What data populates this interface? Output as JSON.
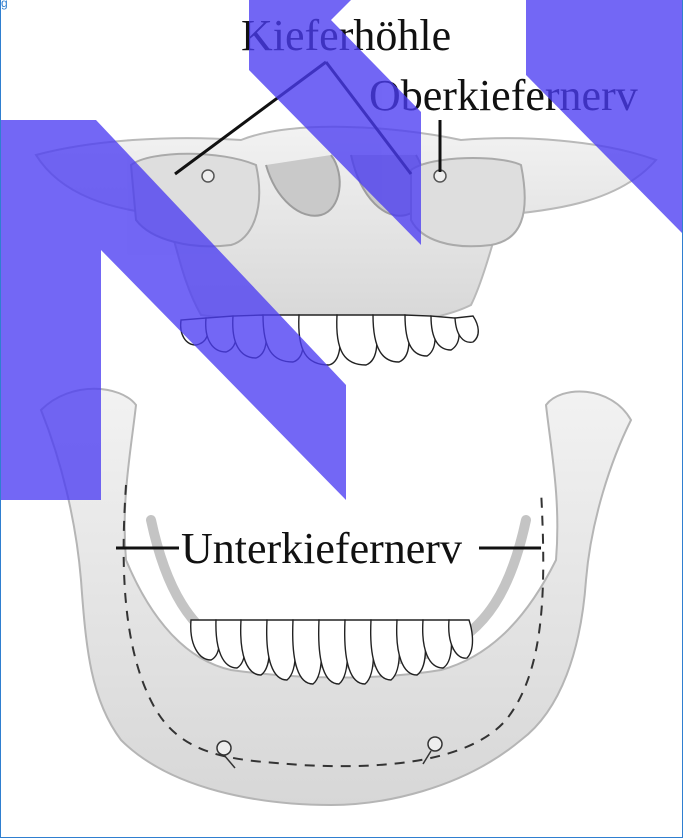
{
  "page": {
    "top_caption": "g"
  },
  "labels": {
    "maxillary_sinus": "Kieferhöhle",
    "upper_jaw_nerve": "Oberkiefernerv",
    "lower_jaw_nerve": "Unterkiefernerv"
  },
  "watermark": {
    "text": "MI",
    "color": "#4b3cf2"
  },
  "colors": {
    "bone_fill": "#e9e9e9",
    "bone_shadow": "#cfcfcf",
    "nerve_line": "#2a2a2a",
    "frame_border": "#2f7fd0"
  }
}
